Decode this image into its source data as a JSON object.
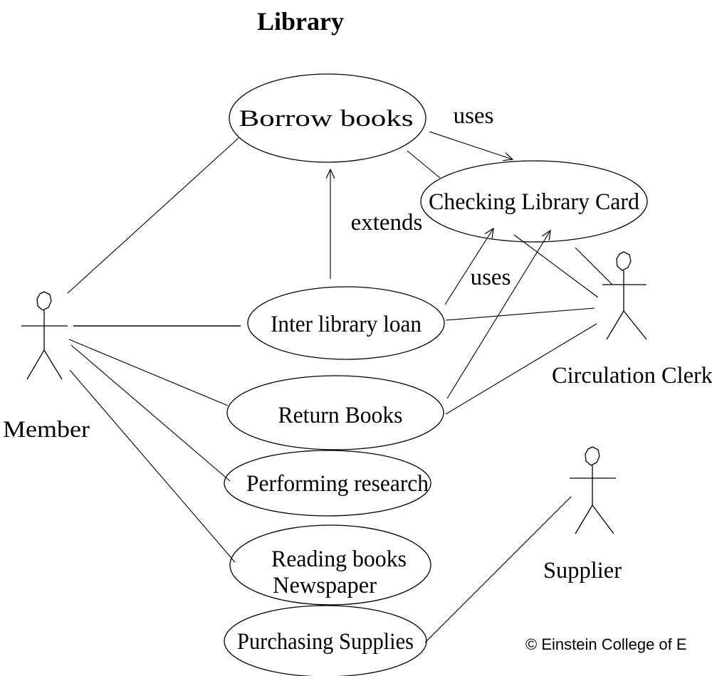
{
  "title": "Library",
  "actors": {
    "member": "Member",
    "clerk": "Circulation Clerk",
    "supplier": "Supplier"
  },
  "use_cases": {
    "borrow": "Borrow books",
    "checking": "Checking Library Card",
    "interlibrary": "Inter library loan",
    "return": "Return Books",
    "research": "Performing research",
    "reading_line1": "Reading books",
    "reading_line2": "Newspaper",
    "purchasing": "Purchasing Supplies"
  },
  "relations": {
    "uses_top": "uses",
    "uses_mid": "uses",
    "extends": "extends"
  },
  "footer": "© Einstein College of E"
}
